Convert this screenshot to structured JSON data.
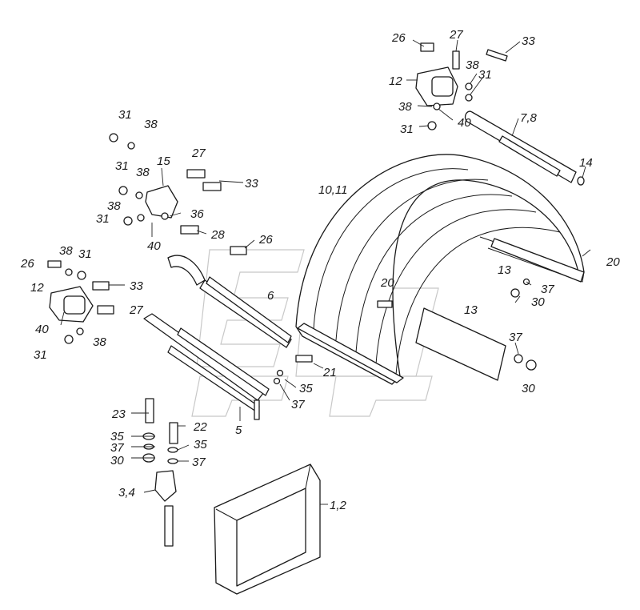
{
  "diagram": {
    "callouts": [
      {
        "id": "c-26-top",
        "text": "26"
      },
      {
        "id": "c-27-top",
        "text": "27"
      },
      {
        "id": "c-33-top",
        "text": "33"
      },
      {
        "id": "c-38-top",
        "text": "38"
      },
      {
        "id": "c-12-top",
        "text": "12"
      },
      {
        "id": "c-31-top",
        "text": "31"
      },
      {
        "id": "c-38-top2",
        "text": "38"
      },
      {
        "id": "c-40-top",
        "text": "40"
      },
      {
        "id": "c-31-top2",
        "text": "31"
      },
      {
        "id": "c-78",
        "text": "7,8"
      },
      {
        "id": "c-14",
        "text": "14"
      },
      {
        "id": "c-1011",
        "text": "10,11"
      },
      {
        "id": "c-31-l1",
        "text": "31"
      },
      {
        "id": "c-38-l1",
        "text": "38"
      },
      {
        "id": "c-27-mid",
        "text": "27"
      },
      {
        "id": "c-31-l2",
        "text": "31"
      },
      {
        "id": "c-38-l2",
        "text": "38"
      },
      {
        "id": "c-15",
        "text": "15"
      },
      {
        "id": "c-33-mid",
        "text": "33"
      },
      {
        "id": "c-38-l3",
        "text": "38"
      },
      {
        "id": "c-31-l3",
        "text": "31"
      },
      {
        "id": "c-36",
        "text": "36"
      },
      {
        "id": "c-28",
        "text": "28"
      },
      {
        "id": "c-40-mid",
        "text": "40"
      },
      {
        "id": "c-26-mid",
        "text": "26"
      },
      {
        "id": "c-20-right",
        "text": "20"
      },
      {
        "id": "c-13-right",
        "text": "13"
      },
      {
        "id": "c-37-right",
        "text": "37"
      },
      {
        "id": "c-30-right",
        "text": "30"
      },
      {
        "id": "c-38-l4",
        "text": "38"
      },
      {
        "id": "c-31-l4",
        "text": "31"
      },
      {
        "id": "c-26-l4",
        "text": "26"
      },
      {
        "id": "c-12-left",
        "text": "12"
      },
      {
        "id": "c-33-left",
        "text": "33"
      },
      {
        "id": "c-27-left",
        "text": "27"
      },
      {
        "id": "c-40-left",
        "text": "40"
      },
      {
        "id": "c-31-left",
        "text": "31"
      },
      {
        "id": "c-38-left",
        "text": "38"
      },
      {
        "id": "c-6",
        "text": "6"
      },
      {
        "id": "c-20-mid",
        "text": "20"
      },
      {
        "id": "c-13-mid",
        "text": "13"
      },
      {
        "id": "c-37-mid",
        "text": "37"
      },
      {
        "id": "c-30-mid",
        "text": "30"
      },
      {
        "id": "c-21",
        "text": "21"
      },
      {
        "id": "c-35-mid",
        "text": "35"
      },
      {
        "id": "c-37-mid2",
        "text": "37"
      },
      {
        "id": "c-5",
        "text": "5"
      },
      {
        "id": "c-23",
        "text": "23"
      },
      {
        "id": "c-22",
        "text": "22"
      },
      {
        "id": "c-35-a",
        "text": "35"
      },
      {
        "id": "c-35-b",
        "text": "35"
      },
      {
        "id": "c-37-a",
        "text": "37"
      },
      {
        "id": "c-37-b",
        "text": "37"
      },
      {
        "id": "c-30-a",
        "text": "30"
      },
      {
        "id": "c-34",
        "text": "3,4"
      },
      {
        "id": "c-12",
        "text": "1,2"
      }
    ]
  }
}
